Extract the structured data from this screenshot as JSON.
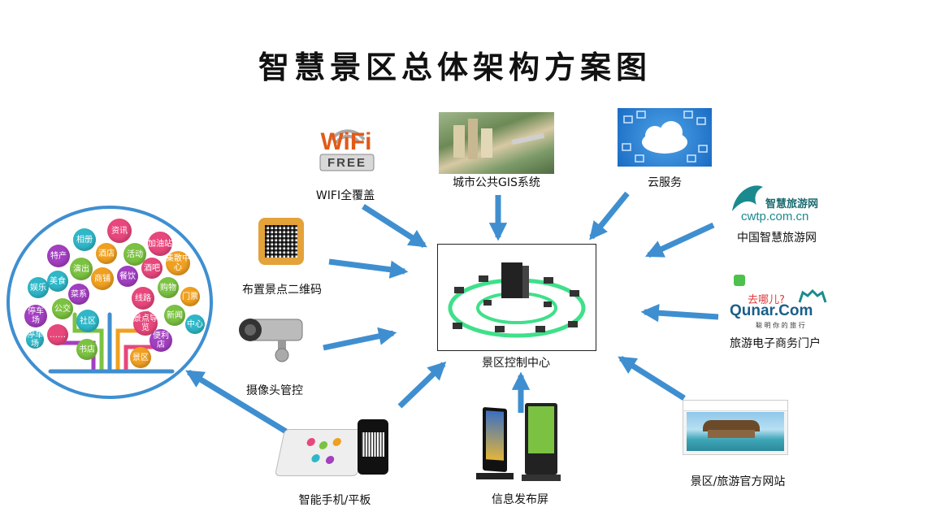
{
  "title": "智慧景区总体架构方案图",
  "center": {
    "label": "景区控制中心"
  },
  "nodes": {
    "wifi": {
      "label": "WIFI全覆盖",
      "logo_top": "WiFi",
      "logo_bottom": "FREE"
    },
    "qrcode": {
      "label": "布置景点二维码"
    },
    "camera": {
      "label": "摄像头管控"
    },
    "mobile": {
      "label": "智能手机/平板"
    },
    "display": {
      "label": "信息发布屏"
    },
    "gis": {
      "label": "城市公共GIS系统"
    },
    "cloud": {
      "label": "云服务"
    },
    "zhihui": {
      "label": "中国智慧旅游网",
      "logo_name": "智慧旅游网",
      "logo_url": "cwtp.com.cn"
    },
    "qunar": {
      "label": "旅游电子商务门户",
      "logo_slogan": "去哪儿?",
      "logo_name": "Qunar.Com",
      "logo_tagline": "聪 明 你 的 旅 行"
    },
    "website": {
      "label": "景区/旅游官方网站"
    }
  },
  "tree_bubbles": [
    {
      "text": "资讯",
      "color": "#e8477c"
    },
    {
      "text": "相册",
      "color": "#2fb7c8"
    },
    {
      "text": "特产",
      "color": "#a33fc1"
    },
    {
      "text": "酒店",
      "color": "#f0a020"
    },
    {
      "text": "活动",
      "color": "#7cc242"
    },
    {
      "text": "加油站",
      "color": "#e8477c"
    },
    {
      "text": "演出",
      "color": "#7cc242"
    },
    {
      "text": "美食",
      "color": "#2fb7c8"
    },
    {
      "text": "商铺",
      "color": "#f0a020"
    },
    {
      "text": "餐饮",
      "color": "#a33fc1"
    },
    {
      "text": "酒吧",
      "color": "#e8477c"
    },
    {
      "text": "集散中心",
      "color": "#f0a020"
    },
    {
      "text": "娱乐",
      "color": "#2fb7c8"
    },
    {
      "text": "菜系",
      "color": "#a33fc1"
    },
    {
      "text": "线路",
      "color": "#e8477c"
    },
    {
      "text": "购物",
      "color": "#7cc242"
    },
    {
      "text": "门票",
      "color": "#f0a020"
    },
    {
      "text": "公交",
      "color": "#7cc242"
    },
    {
      "text": "停车场",
      "color": "#a33fc1"
    },
    {
      "text": "社区",
      "color": "#2fb7c8"
    },
    {
      "text": "景点导览",
      "color": "#e8477c"
    },
    {
      "text": "新闻",
      "color": "#7cc242"
    },
    {
      "text": "中心",
      "color": "#2fb7c8"
    },
    {
      "text": "……",
      "color": "#e8477c"
    },
    {
      "text": "便利店",
      "color": "#a33fc1"
    },
    {
      "text": "书店",
      "color": "#7cc242"
    },
    {
      "text": "停车场",
      "color": "#2fb7c8"
    },
    {
      "text": "景区",
      "color": "#f0a020"
    }
  ],
  "colors": {
    "arrow": "#3f8fd0",
    "tree_circle": "#3f8fd0",
    "ring": "#3fe08a"
  }
}
